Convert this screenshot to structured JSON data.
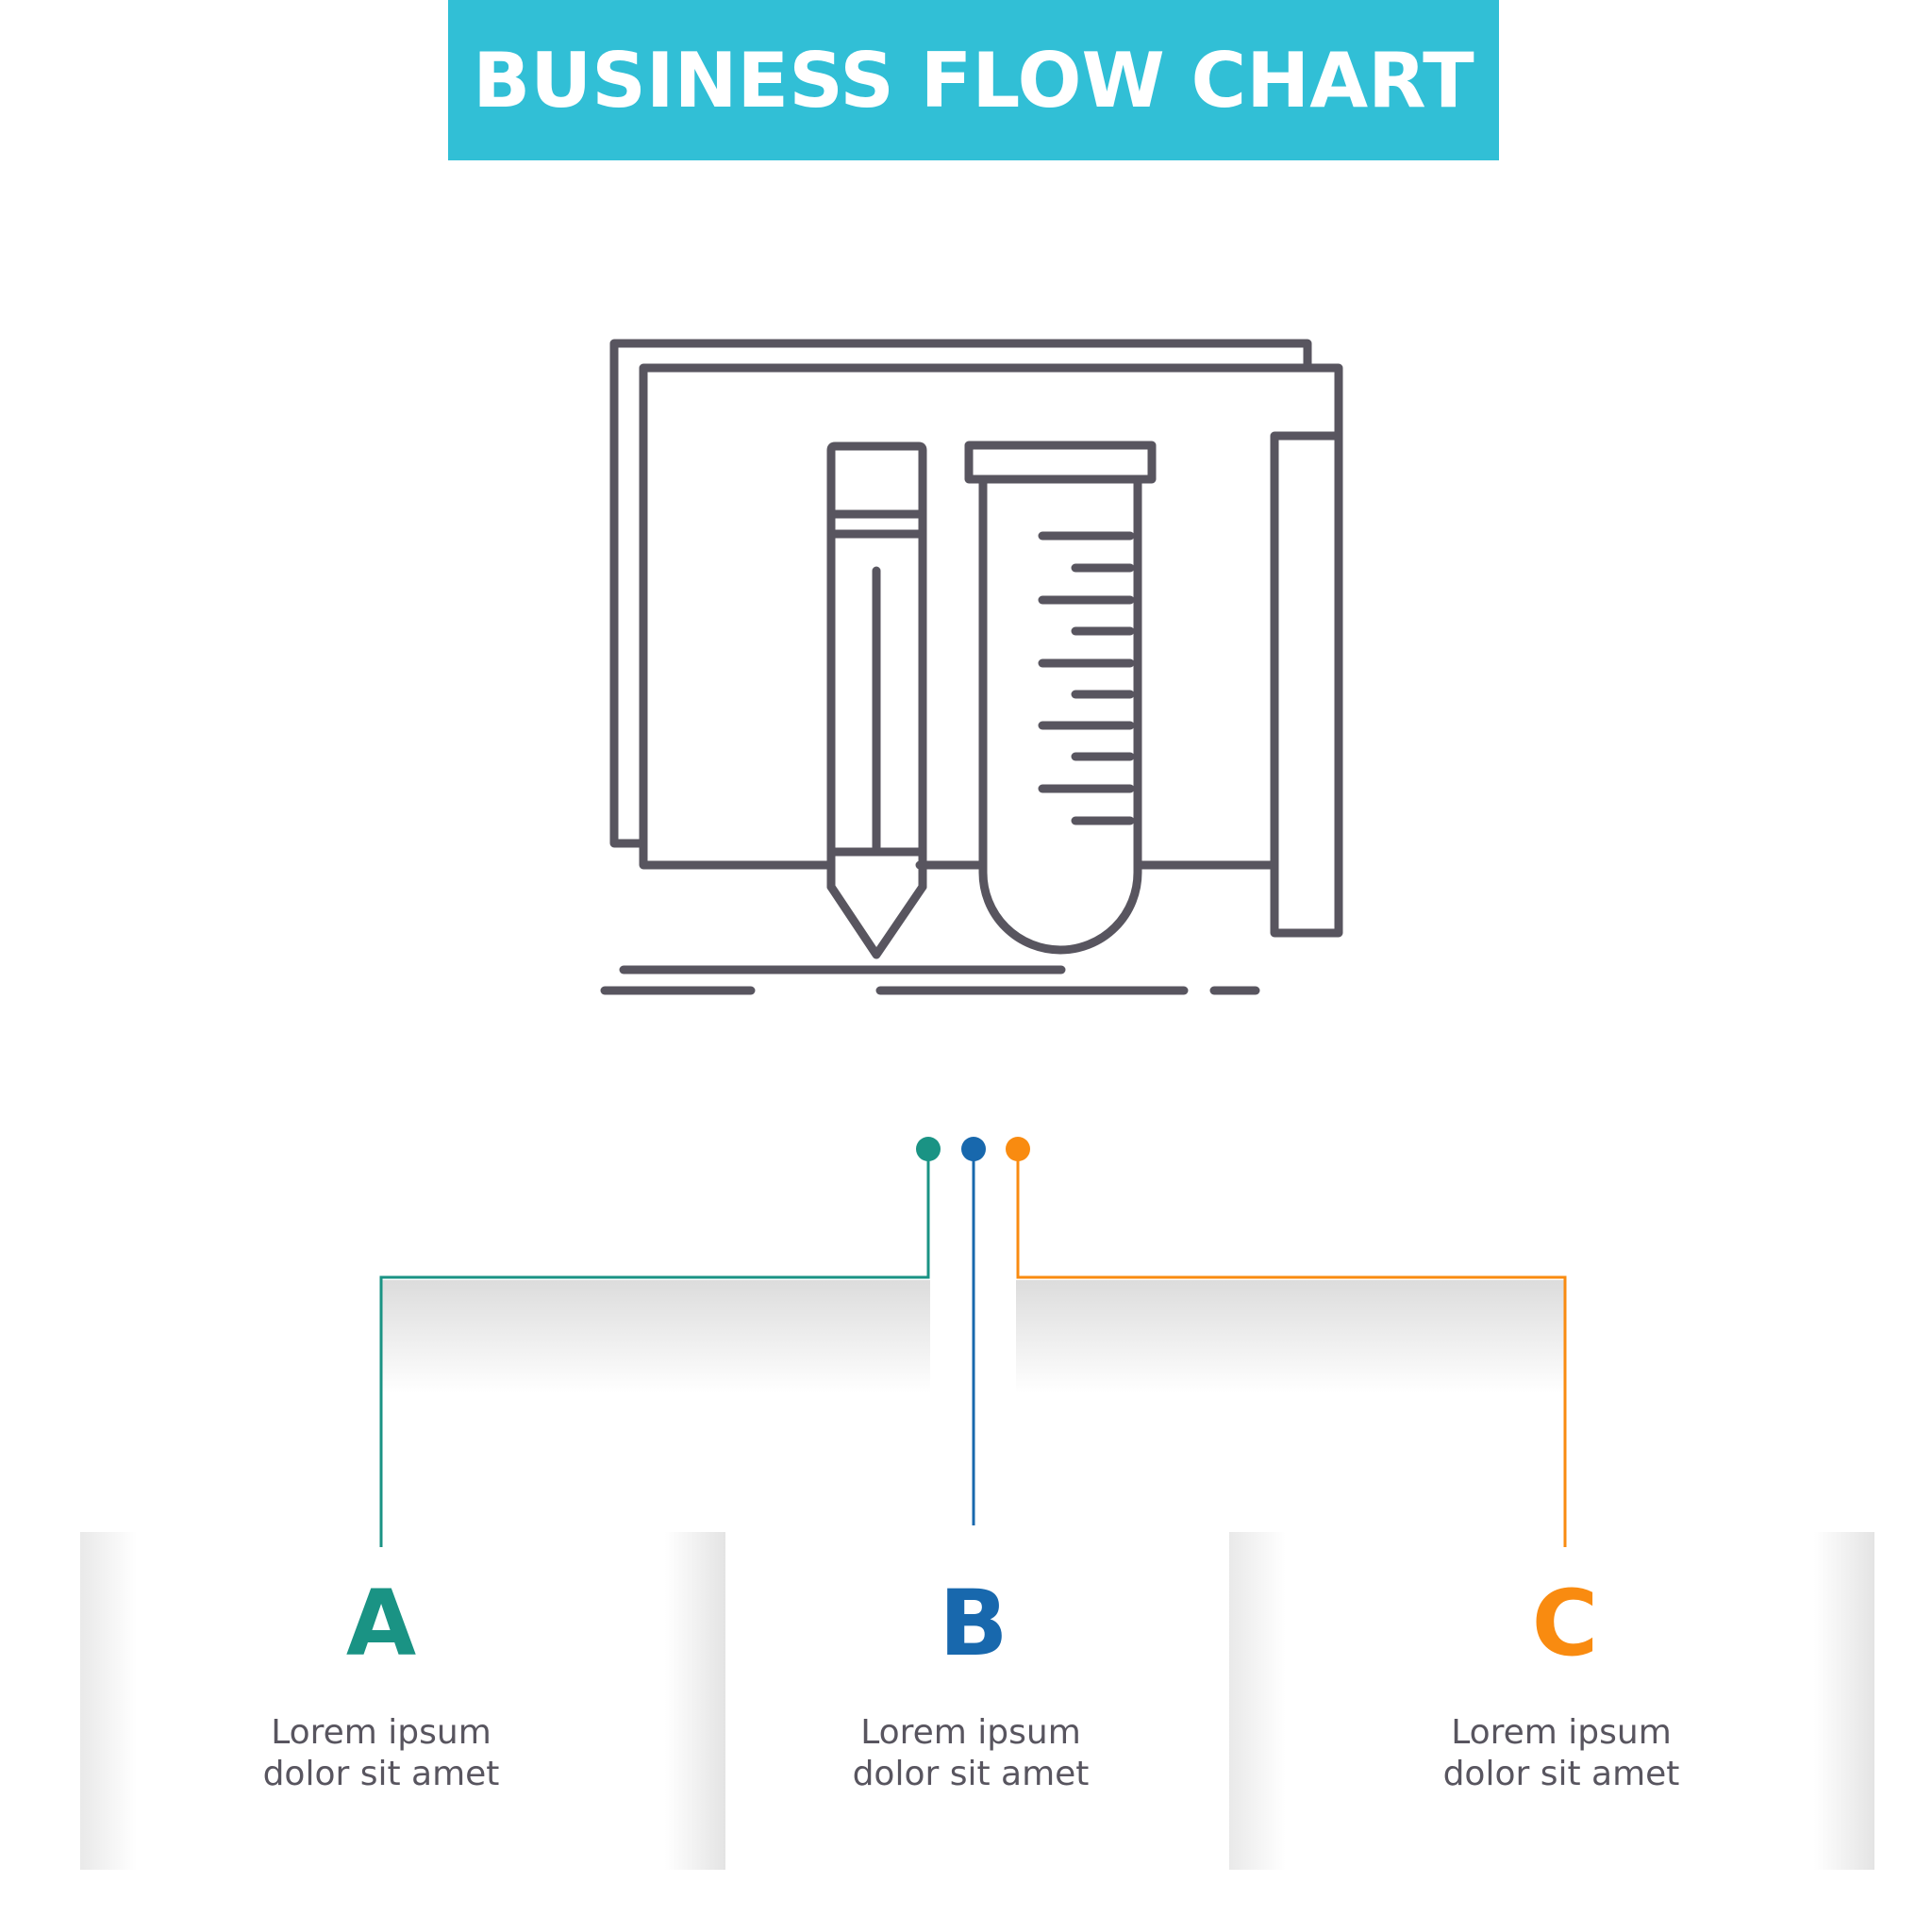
{
  "title": "BUSINESS FLOW CHART",
  "colors": {
    "banner": "#31bfd6",
    "icon_stroke": "#58555f",
    "a": "#1a9384",
    "b": "#1868ad",
    "c": "#f98b10"
  },
  "icon": "pencil-and-test-tube-on-board-icon",
  "steps": [
    {
      "letter": "A",
      "line1": "Lorem ipsum",
      "line2": "dolor sit amet"
    },
    {
      "letter": "B",
      "line1": "Lorem ipsum",
      "line2": "dolor sit amet"
    },
    {
      "letter": "C",
      "line1": "Lorem ipsum",
      "line2": "dolor sit amet"
    }
  ]
}
